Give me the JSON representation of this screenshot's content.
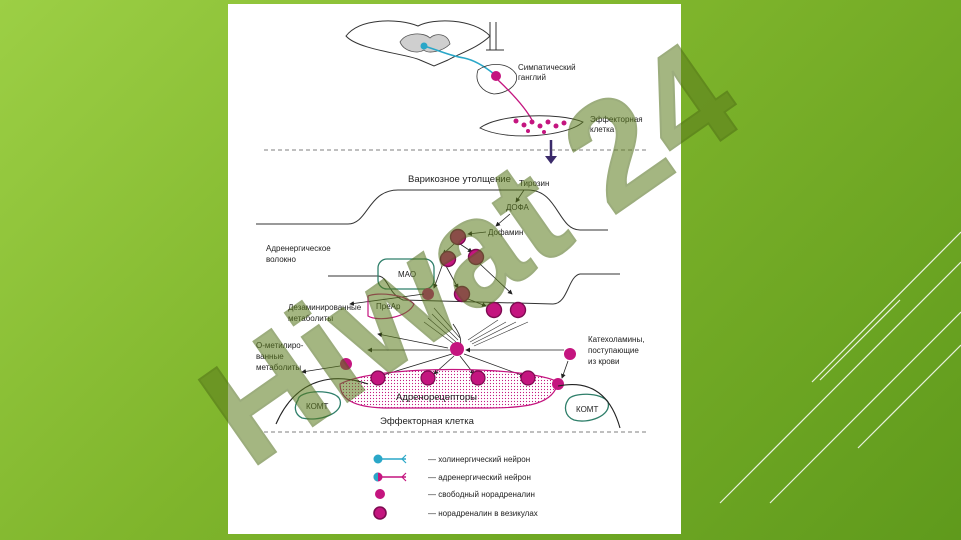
{
  "colors": {
    "background_light": "#9ccf45",
    "background_dark": "#5f9a1c",
    "panel": "#ffffff",
    "cholinergic": "#2aa7c8",
    "adrenergic": "#c4157f",
    "cell_outline": "#2f7f6a",
    "watermark": "#a58bd6"
  },
  "watermark": {
    "text": "Hiwat 24",
    "icon": "hiwat-watermark"
  },
  "diagram": {
    "top": {
      "ganglion_label": "Симпатический ганглий",
      "effector_label": "Эффекторная клетка"
    },
    "main": {
      "varicosity_label": "Варикозное утолщение",
      "tyrosine": "Тирозин",
      "dopa": "ДОФА",
      "dopamine": "Дофамин",
      "fiber_label": "Адренергическое волокно",
      "mao": "МАО",
      "prear": "ПреАр",
      "deaminated": "Дезаминированные метаболиты",
      "catecholamines": "Катехоламины, поступающие из крови",
      "o_methyl": "О-метилиро- ванные метаболиты",
      "komt_left": "КОМТ",
      "komt_right": "КОМТ",
      "adrenoreceptors": "Адренорецепторы",
      "effector_cell": "Эффекторная клетка"
    },
    "legend": [
      {
        "icon": "cholinergic-neuron-icon",
        "text": "— холинергический нейрон"
      },
      {
        "icon": "adrenergic-neuron-icon",
        "text": "— адренергический нейрон"
      },
      {
        "icon": "free-noradrenaline-icon",
        "text": "— свободный норадреналин"
      },
      {
        "icon": "vesicle-noradrenaline-icon",
        "text": "— норадреналин в везикулах"
      }
    ]
  }
}
